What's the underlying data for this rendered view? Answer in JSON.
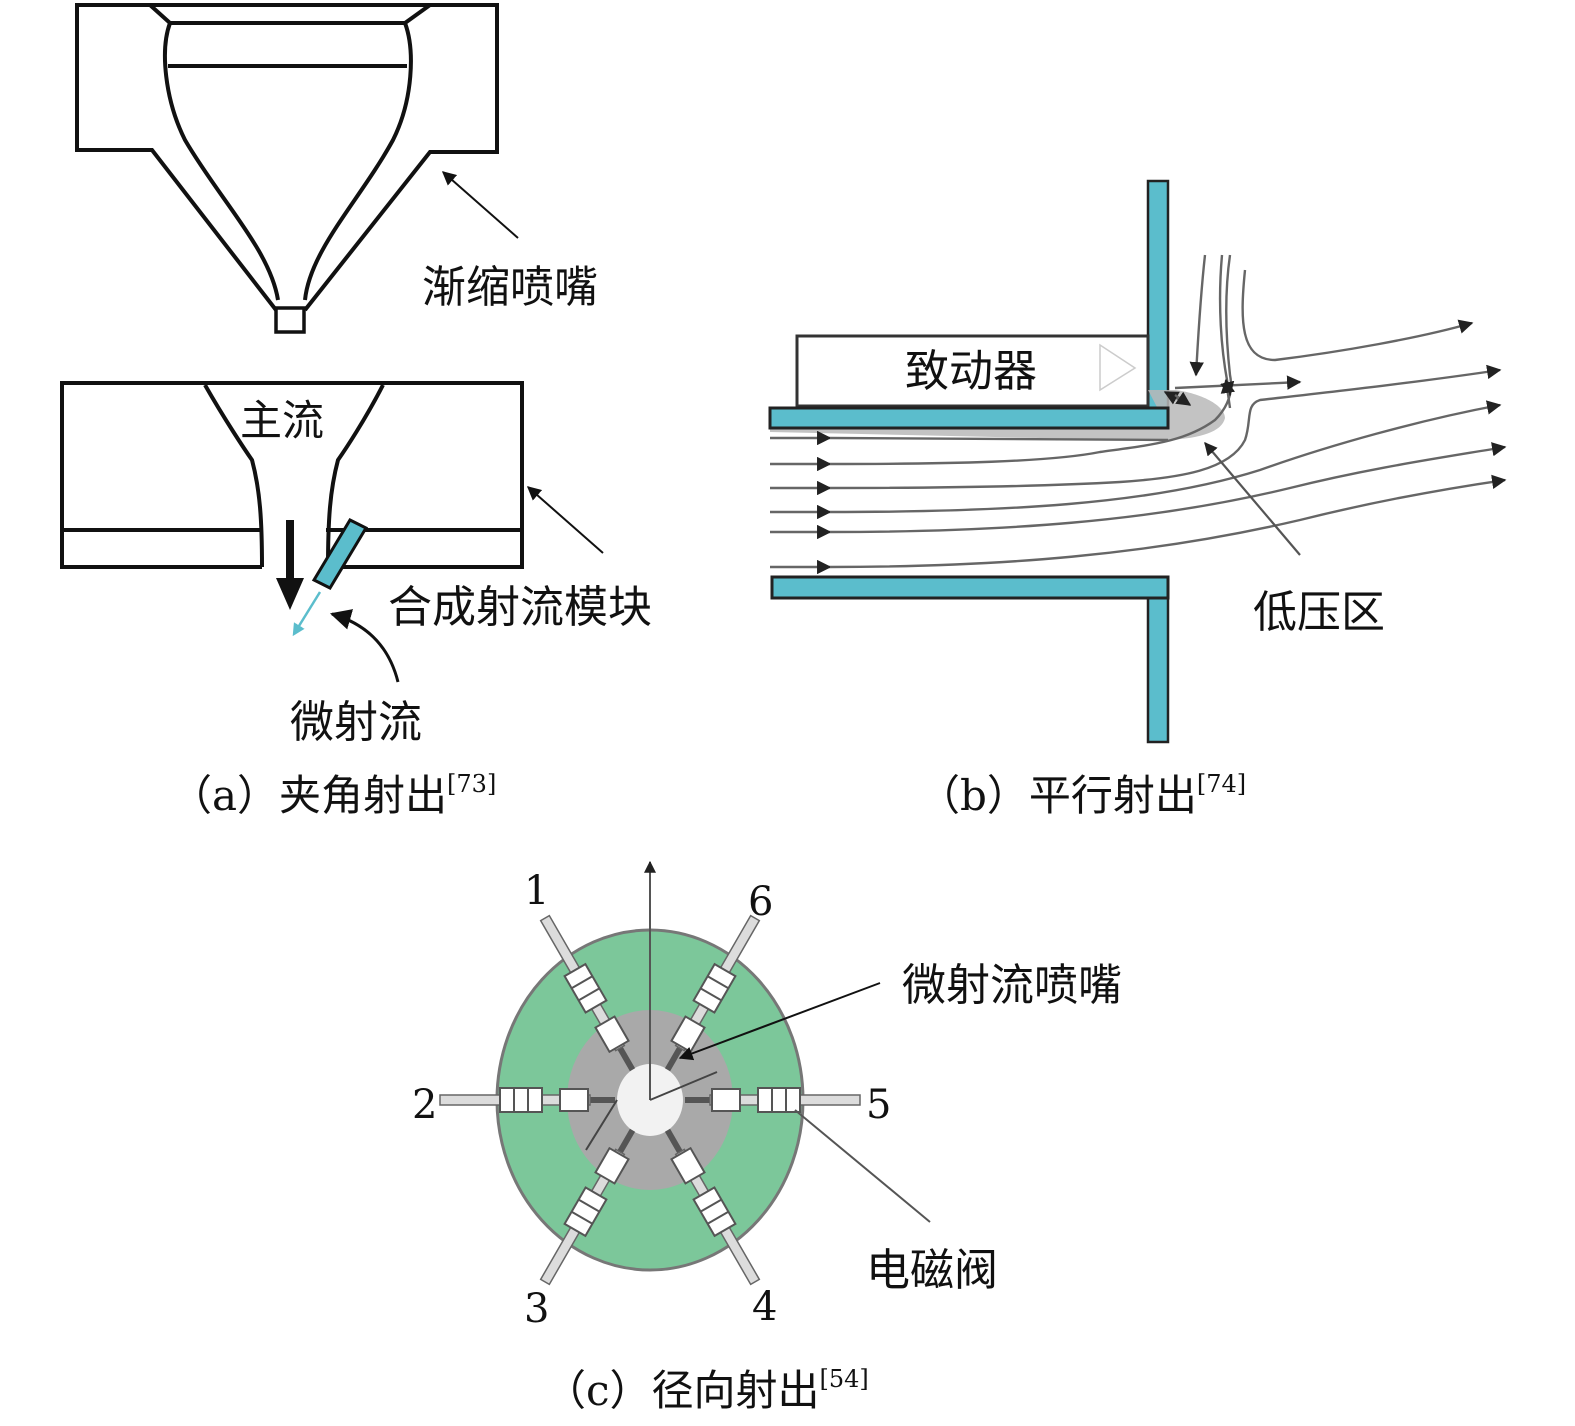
{
  "colors": {
    "teal": "#5bbdcc",
    "green": "#7cc79a",
    "gray_inner": "#a9a9a9",
    "line": "#111111"
  },
  "panel_a": {
    "label_nozzle": "渐缩喷嘴",
    "label_main_flow": "主流",
    "label_module": "合成射流模块",
    "label_microjet": "微射流",
    "caption": "（a）夹角射出",
    "ref": "[73]"
  },
  "panel_b": {
    "label_actuator": "致动器",
    "label_low_pressure": "低压区",
    "caption": "（b）平行射出",
    "ref": "[74]"
  },
  "panel_c": {
    "label_nozzle": "微射流喷嘴",
    "label_valve": "电磁阀",
    "numbers": [
      "1",
      "2",
      "3",
      "4",
      "5",
      "6"
    ],
    "caption": "（c）径向射出",
    "ref": "[54]"
  }
}
